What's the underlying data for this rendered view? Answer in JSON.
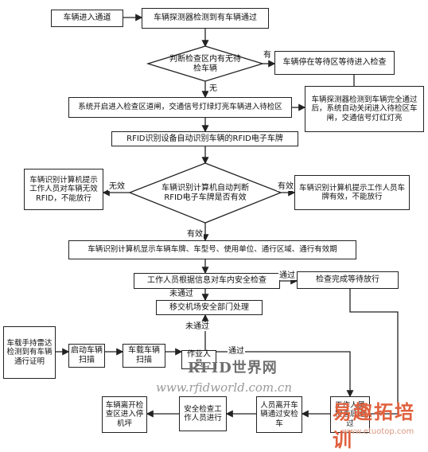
{
  "nodes": {
    "vehicle_enters_lane": "车辆进入通道",
    "detector_detects": "车辆探测器检测到有车辆通过",
    "decision_vehicle_in_zone": "判断检查区内有无待检车辆",
    "wait_in_waiting_zone": "车辆停在等待区等待进入检查",
    "system_opens_gate": "系统开启进入检查区道闸，交通信号灯绿灯亮车辆进入待检区",
    "gate_closes_light_red": "车辆探测器检测到车辆完全通过后，系统自动关闭进入待检区车闸，交通信号灯红灯亮",
    "rfid_reads_tag": "RFID识别设备自动识别车辆的RFID电子车牌",
    "invalid_tag_handling": "车辆识别计算机提示工作人员对车辆无效RFID，不能放行",
    "decision_tag_valid": "车辆识别计算机自动判断RFID电子车牌是否有效",
    "valid_tag_notice": "车辆识别计算机提示工作人员车牌有效，不能放行",
    "show_vehicle_info": "车辆识别计算机显示车辆车牌、车型号、使用单位、通行区域、通行有效期",
    "staff_check_safety": "工作人员根据信息对车内安全检查",
    "check_done_release": "检查完成等待放行",
    "report_to_airport_security": "移交机场安全部门处理",
    "abnormal_vehicle": "车载手持雷达检测到有车辆通行证明",
    "send_to_checkpoint": "启动车辆扫描",
    "vehicle_scan": "车载车辆扫描",
    "staff_inspect": "作业人员",
    "personnel_exit": "车辆离开检查区进入停机坪",
    "security_check_staff": "安全检查工作人员进行",
    "driver_leaves": "人员离开车辆通过安检车",
    "staff_verify": "工作人员检查后通过"
  },
  "edge_labels": {
    "has": "有",
    "none": "无",
    "invalid": "无效",
    "valid_right": "有效",
    "valid_down": "有效",
    "pass": "通过",
    "fail": "未通过",
    "fail_up": "未通过",
    "pass_2": "通过"
  },
  "watermarks": {
    "site_name": "RFID世界网",
    "site_url": "www.rfidworld.com.cn",
    "brand": "易趣拓培训",
    "brand_url": "www.etuotop.com"
  }
}
